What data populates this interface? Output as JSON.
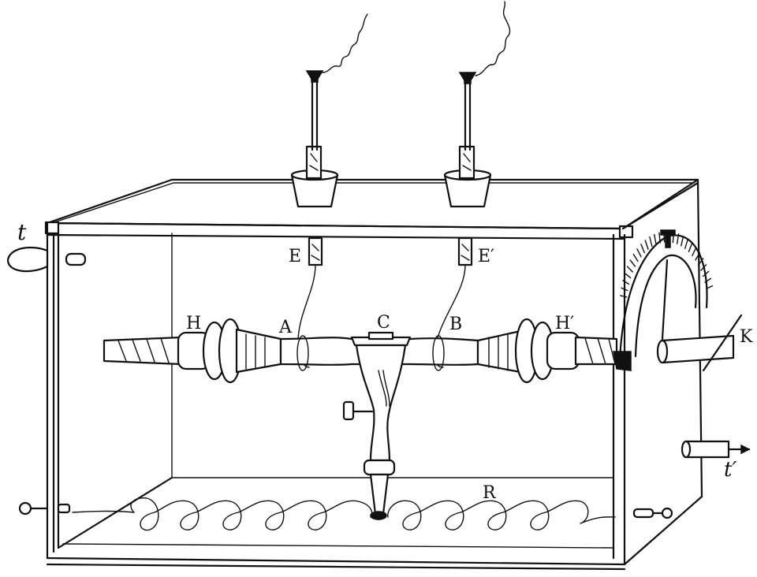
{
  "labels": {
    "t_left": "t",
    "E": "E",
    "E_prime": "E′",
    "H": "H",
    "H_prime": "H′",
    "A": "A",
    "B": "B",
    "C": "C",
    "K": "K",
    "t_right": "t′",
    "R": "R"
  },
  "colors": {
    "ink": "#111111",
    "paper": "#ffffff"
  }
}
